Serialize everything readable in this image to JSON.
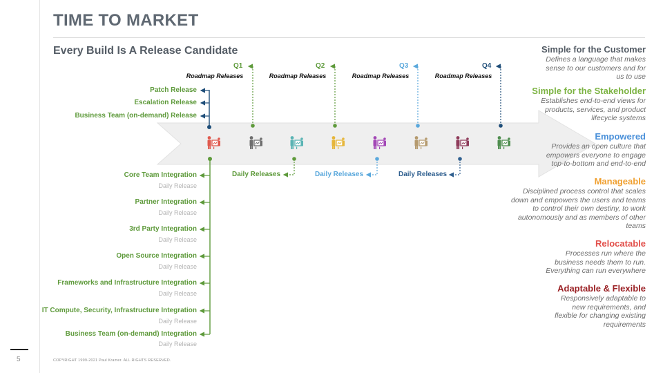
{
  "title": "TIME TO MARKET",
  "subtitle": "Every Build Is A Release Candidate",
  "page_number": "5",
  "copyright": "COPYRIGHT 1999-2021 Paul Kramer.  ALL RIGHTS RESERVED.",
  "release_items": [
    {
      "label": "Patch Release",
      "color": "#5e9a3b"
    },
    {
      "label": "Escalation Release",
      "color": "#5e9a3b"
    },
    {
      "label": "Business Team (on-demand) Release",
      "color": "#5e9a3b"
    }
  ],
  "integrations": [
    {
      "label": "Core Team Integration",
      "sub": "Daily Release"
    },
    {
      "label": "Partner Integration",
      "sub": "Daily Release"
    },
    {
      "label": "3rd Party Integration",
      "sub": "Daily Release"
    },
    {
      "label": "Open Source Integration",
      "sub": "Daily Release"
    },
    {
      "label": "Frameworks and Infrastructure Integration",
      "sub": "Daily Release"
    },
    {
      "label": "IT Compute, Security, Infrastructure Integration",
      "sub": "Daily Release"
    },
    {
      "label": "Business Team (on-demand) Integration",
      "sub": "Daily Release"
    }
  ],
  "quarters": [
    {
      "label": "Q1",
      "color": "#5e9a3b"
    },
    {
      "label": "Q2",
      "color": "#5e9a3b"
    },
    {
      "label": "Q3",
      "color": "#5aa8dc"
    },
    {
      "label": "Q4",
      "color": "#1f4e79"
    }
  ],
  "roadmap_label": "Roadmap Releases",
  "daily_releases": [
    {
      "label": "Daily Releases",
      "color": "#5e9a3b"
    },
    {
      "label": "Daily Releases",
      "color": "#5aa8dc"
    },
    {
      "label": "Daily Releases",
      "color": "#2f5f8f"
    }
  ],
  "principles": [
    {
      "heading": "Simple for the Customer",
      "color": "#555d66",
      "text": "Defines a language that makes sense to our customers and for us to use"
    },
    {
      "heading": "Simple for the Stakeholder",
      "color": "#7cb342",
      "text": "Establishes end-to-end views for products, services, and product lifecycle  systems"
    },
    {
      "heading": "Empowered",
      "color": "#4a90d9",
      "text": "Provides an open culture that empowers everyone to engage top-to-bottom and end-to-end"
    },
    {
      "heading": "Manageable",
      "color": "#f0a030",
      "text": "Disciplined process control that scales down and empowers the users and teams to control their own destiny, to work autonomously and as members of other teams"
    },
    {
      "heading": "Relocatable",
      "color": "#e2504b",
      "text": "Processes run where the business needs them to run. Everything can run everywhere"
    },
    {
      "heading": "Adaptable & Flexible",
      "color": "#9b2226",
      "text": "Responsively adaptable to new requirements, and flexible for changing  existing requirements"
    }
  ],
  "team_icons": [
    {
      "name": "team-icon-red",
      "color": "#e05a4e"
    },
    {
      "name": "team-icon-gray",
      "color": "#6e6e6e"
    },
    {
      "name": "team-icon-teal",
      "color": "#5ab4b4"
    },
    {
      "name": "team-icon-yellow",
      "color": "#e6b63a"
    },
    {
      "name": "team-icon-purple",
      "color": "#a347b6"
    },
    {
      "name": "team-icon-tan",
      "color": "#b59a6e"
    },
    {
      "name": "team-icon-maroon",
      "color": "#8e3b5a"
    },
    {
      "name": "team-icon-green",
      "color": "#4f8e4f"
    }
  ]
}
